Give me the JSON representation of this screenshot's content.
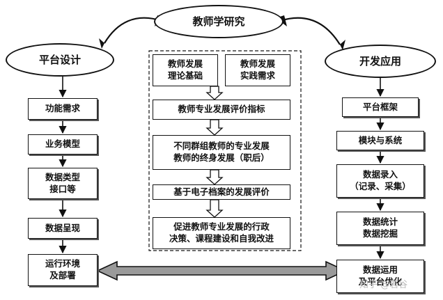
{
  "top_node": {
    "label": "教师学研究"
  },
  "left_column": {
    "title": "平台设计",
    "items": [
      "功能需求",
      "业务模型",
      "数据类型\n接口等",
      "数据呈现",
      "运行环境\n及部署"
    ]
  },
  "right_column": {
    "title": "开发应用",
    "items": [
      "平台框架",
      "模块与系统",
      "数据录入\n（记录、采集）",
      "数据统计\n数据挖掘",
      "数据运用\n及平台优化"
    ]
  },
  "center_column": {
    "top_left": "教师发展\n理论基础",
    "top_right": "教师发展\n实践需求",
    "steps": [
      "教师专业发展评价指标",
      "不同群组教师的专业发展\n教师的终身发展（职后）",
      "基于电子档案的发展评价",
      "促进教师专业发展的行政\n决策、课程建设和自我改进"
    ]
  },
  "watermark": {
    "text": "知乎 @若谷"
  },
  "colors": {
    "stroke": "#111111",
    "arrow_fill": "#9a9a9a",
    "shadow": "#555555"
  }
}
